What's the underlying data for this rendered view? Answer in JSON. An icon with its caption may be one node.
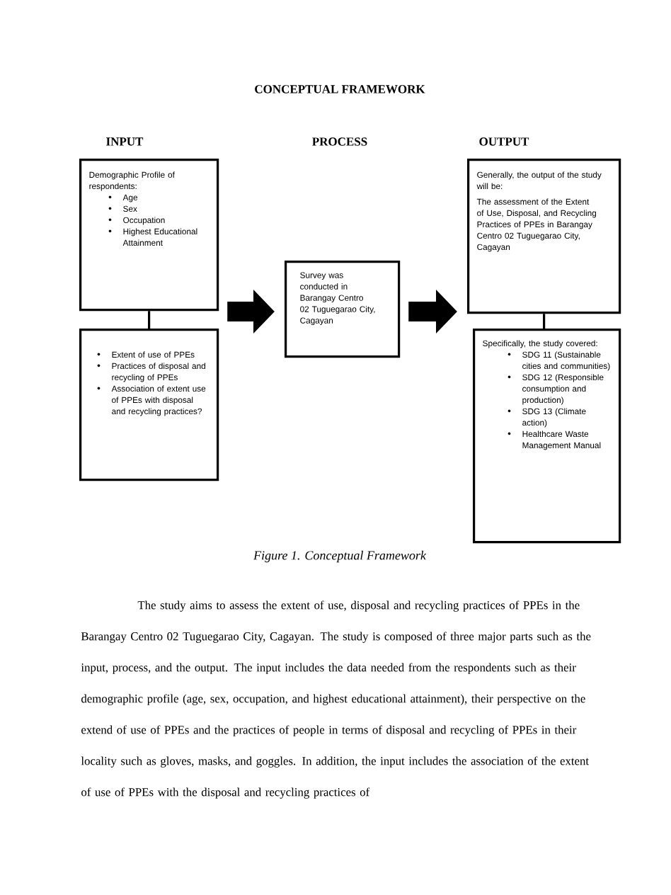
{
  "diagram": {
    "title": "CONCEPTUAL FRAMEWORK",
    "caption": "Figure 1. Conceptual Framework",
    "nodes": [
      {
        "text": [
          "Demographic Profile of respondents:",
          "Age",
          "Sex",
          "Occupation",
          "Highest Educational Attainment"
        ]
      },
      {
        "text": [
          "Extent of use of PPEs",
          "Practices of disposal and recycling of PPEs",
          "Association of extent use of PPEs with disposal and recycling practices?"
        ]
      },
      {
        "text": [
          "Survey was conducted in Barangay Centro 02 Tuguegarao City, Cagayan"
        ]
      },
      {
        "text": [
          "Generally, the output of the study will be:",
          "The assessment of the Extent of Use, Disposal, and Recycling Practices of PPEs in Barangay Centro 02 Tuguegarao City, Cagayan"
        ]
      },
      {
        "text": [
          "Specifically, the study covered:",
          "SDG 11 (Sustainable cities and communities)",
          "SDG 12 (Responsible consumption and production)",
          "SDG 13 (Climate action)",
          "Healthcare Waste Management Manual"
        ]
      }
    ],
    "edges": [
      {
        "from": 0,
        "to": 1,
        "arrow": "none"
      },
      {
        "from": 0,
        "to": 2,
        "arrow": "to",
        "style": "thick"
      },
      {
        "from": 2,
        "to": 3,
        "arrow": "to",
        "style": "thick"
      },
      {
        "from": 3,
        "to": 4,
        "arrow": "none"
      }
    ],
    "labels": [
      "INPUT",
      "PROCESS",
      "OUTPUT",
      "The study aims to assess the extent of use, disposal and recycling practices of PPEs in the Barangay Centro 02 Tuguegarao City, Cagayan. The study is composed of three major parts such as the input, process, and the output. The input includes the data needed from the respondents such as their demographic profile (age, sex, occupation, and highest educational attainment), their perspective on the extend of use of PPEs and the practices of people in terms of disposal and recycling of PPEs in their locality such as gloves, masks, and goggles. In addition, the input includes the association of the extent of use of PPEs with the disposal and recycling practices of"
    ]
  }
}
